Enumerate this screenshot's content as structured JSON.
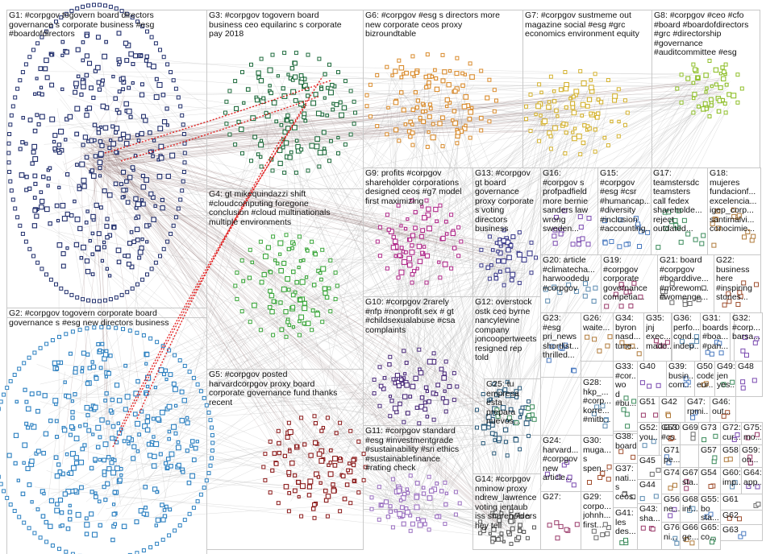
{
  "groups": [
    {
      "id": "G1",
      "label": "G1: #corpgov togovern board directors\ngovernance s corporate business #esg\n#boardofdirectors",
      "color": "#1f2d6b"
    },
    {
      "id": "G2",
      "label": "G2: #corpgov togovern corporate board\ngovernance s #esg new directors business",
      "color": "#2a7fc0"
    },
    {
      "id": "G3",
      "label": "G3: #corpgov togovern board\nbusiness ceo equilarinc s corporate\npay 2018",
      "color": "#1e6b3c"
    },
    {
      "id": "G4",
      "label": "G4: gt mikequindazzi shift\n#cloudcomputing foregone\nconclusion #cloud multinationals\nmultiple environments",
      "color": "#3aa63a"
    },
    {
      "id": "G5",
      "label": "G5: #corpgov posted\nharvardcorpgov proxy board\ncorporate governance fund thanks\nrecent",
      "color": "#8b1a1a"
    },
    {
      "id": "G6",
      "label": "G6: #corpgov #esg s directors more\nnew corporate ceos proxy\nbizroundtable",
      "color": "#d98a2b"
    },
    {
      "id": "G7",
      "label": "G7: #corpgov sustmeme out\nmagazine social #esg #grc\neconomics environment equity",
      "color": "#d4b230"
    },
    {
      "id": "G8",
      "label": "G8: #corpgov #ceo #cfo\n#board #boardofdirectors\n#grc #directorship\n#governance\n#auditcommittee #esg",
      "color": "#8fbf2a"
    },
    {
      "id": "G9",
      "label": "G9: profits #corpgov\nshareholder corporations\ndesigned ceos #g7 model\nfirst maximizing",
      "color": "#b02a8a"
    },
    {
      "id": "G10",
      "label": "G10: #corpgov 2rarely\n#nfp #nonprofit sex # gt\n#childsexualabuse #csa\ncomplaints",
      "color": "#4a2a7a"
    },
    {
      "id": "G11",
      "label": "G11: #corpgov standard\n#esg #investmentgrade\n#sustainability #sri ethics\n#sustainablefinance\n#rating check",
      "color": "#9a6fc0"
    },
    {
      "id": "G12",
      "label": "G12: overstock\nostk ceo byrne\nnancylevine\ncompany\njoncoopertweets\nresigned rep\ntold",
      "color": "#2a5a7a"
    },
    {
      "id": "G13",
      "label": "G13: #corpgov\ngt board\ngovernance\nproxy corporate\ns voting\ndirectors\nbusiness",
      "color": "#3a3a8a"
    },
    {
      "id": "G14",
      "label": "G14: #corpgov\nnminow proxy\nndrew_lawrence\nvoting jentaub\niss shareholders\nhey tell",
      "color": "#5a5a5a"
    }
  ],
  "small_groups": [
    {
      "id": "G15",
      "label": "G15:\n#corpgov\n#esg #csr\n#humancap...\n#diversity\n#inclusion\n#accounting..."
    },
    {
      "id": "G16",
      "label": "G16:\n#corpgov s\nprofpadfield\nmore bernie\nsanders law\nwrong\nsweden..."
    },
    {
      "id": "G17",
      "label": "G17:\nteamstersdc\nteamsters\ncall fedex\nshareholde...\nreject\noutdated..."
    },
    {
      "id": "G18",
      "label": "G18:\nmujeres\nfundacionf...\nexcelencia...\nigep_corp...\nsantimalvi...\nconocimie..."
    },
    {
      "id": "G19",
      "label": "G19:\n#corpgov\ncorporate\ngovernance\ncompetia..."
    },
    {
      "id": "G20",
      "label": "G20: article\n#climatecha...\nharwoodedu\n#corpgov"
    },
    {
      "id": "G21",
      "label": "G21: board\n#corpgov\n#boarddive...\n#morewom...\n#womenge..."
    },
    {
      "id": "G22",
      "label": "G22:\nbusiness\nhere\n#inspiring\nstories..."
    },
    {
      "id": "G23",
      "label": "G23:\n#esg\npri_news\nshortlist...\nthrilled..."
    },
    {
      "id": "G24",
      "label": "G24:\nharvard...\n#corpgov\nnew\narticle..."
    },
    {
      "id": "G25",
      "label": "G25: tu\nempresa\nesta\nprepara\nnuevos..."
    },
    {
      "id": "G26",
      "label": "G26:\nwaite..."
    },
    {
      "id": "G27",
      "label": "G27:"
    },
    {
      "id": "G28",
      "label": "G28:\nhkp_...\n#corp...\nkorre...\n#mitb..."
    },
    {
      "id": "G29",
      "label": "G29:\ncorpo...\njohnh...\nfirst..."
    },
    {
      "id": "G30",
      "label": "G30:\nmuga...\ns\nspen..."
    },
    {
      "id": "G31",
      "label": "G31:\nboards\n#boa...\n#pan..."
    },
    {
      "id": "G32",
      "label": "G32:\n#corp...\nbarsa..."
    },
    {
      "id": "G33",
      "label": "G33:\n#cor...\nwo\nd\n#bu..."
    },
    {
      "id": "G34",
      "label": "G34:\nbyron\nnasd...\ntune..."
    },
    {
      "id": "G35",
      "label": "G35:\njnj\nexec...\nmade..."
    },
    {
      "id": "G36",
      "label": "G36:\nperfo...\ncond...\nindep..."
    },
    {
      "id": "G37",
      "label": "G37:\nnati...\ns\nceos..."
    },
    {
      "id": "G38",
      "label": "G38:\nboard"
    },
    {
      "id": "G39",
      "label": "G39:\nbusin...\ncom..."
    },
    {
      "id": "G40",
      "label": "G40"
    },
    {
      "id": "G41",
      "label": "G41:\nles\ndes..."
    },
    {
      "id": "G42",
      "label": "G42"
    },
    {
      "id": "G43",
      "label": "G43:\nsha..."
    },
    {
      "id": "G44",
      "label": "G44"
    },
    {
      "id": "G45",
      "label": "G45"
    },
    {
      "id": "G46",
      "label": "G46: out..."
    },
    {
      "id": "G47",
      "label": "G47:\nrpmi..."
    },
    {
      "id": "G48",
      "label": "G48"
    },
    {
      "id": "G49",
      "label": "G49:\njen\nyes..."
    },
    {
      "id": "G50",
      "label": "G50:\ncode\neur..."
    },
    {
      "id": "G51",
      "label": "G51"
    },
    {
      "id": "G52",
      "label": "G52:\nyou..."
    },
    {
      "id": "G53",
      "label": "G53:\n#cs..."
    },
    {
      "id": "G54",
      "label": "G54"
    },
    {
      "id": "G55",
      "label": "G55:\nbo\nsta..."
    },
    {
      "id": "G56",
      "label": "G56:\nne..."
    },
    {
      "id": "G57",
      "label": "G57"
    },
    {
      "id": "G58",
      "label": "G58"
    },
    {
      "id": "G59",
      "label": "G59:\non..."
    },
    {
      "id": "G60",
      "label": "G60:\nimp..."
    },
    {
      "id": "G61",
      "label": "G61"
    },
    {
      "id": "G62",
      "label": "G62"
    },
    {
      "id": "G63",
      "label": "G63"
    },
    {
      "id": "G64",
      "label": "G64:\napp..."
    },
    {
      "id": "G65",
      "label": "G65:\nco..."
    },
    {
      "id": "G66",
      "label": "G66:\nge..."
    },
    {
      "id": "G67",
      "label": "G67:\nsta..."
    },
    {
      "id": "G68",
      "label": "G68:\ninf..."
    },
    {
      "id": "G69",
      "label": "G69"
    },
    {
      "id": "G70",
      "label": "G70"
    },
    {
      "id": "G71",
      "label": "G71:\npe..."
    },
    {
      "id": "G72",
      "label": "G72:\ncur..."
    },
    {
      "id": "G73",
      "label": "G73"
    },
    {
      "id": "G74",
      "label": "G74"
    },
    {
      "id": "G75",
      "label": "G75:\nmo..."
    },
    {
      "id": "G76",
      "label": "G76:\nni..."
    }
  ],
  "colors": {
    "edge": "#b0b0b0",
    "highlight": "#e00000",
    "box_border": "#c8c8c8"
  }
}
